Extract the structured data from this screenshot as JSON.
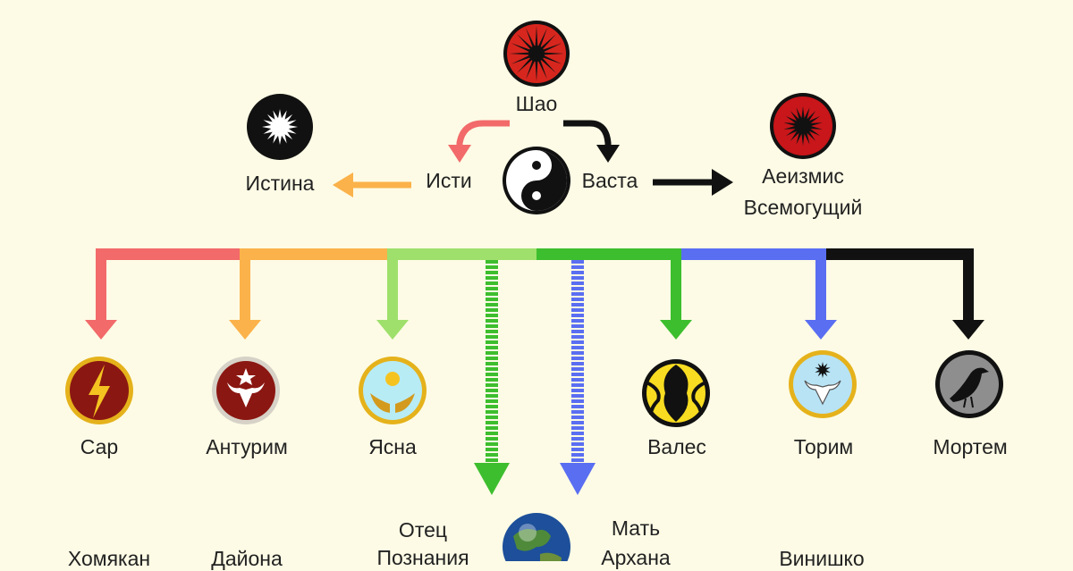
{
  "colors": {
    "background": "#fdfbe5",
    "sar": "#f26a6a",
    "anturim": "#fbb24a",
    "yasna": "#9ee06b",
    "green": "#3dbe2e",
    "blue": "#5a6ef2",
    "black": "#111111",
    "dark_red": "#8b1712"
  },
  "top": {
    "shao": {
      "label": "Шао",
      "icon": "red-sun-star-icon"
    },
    "isti": {
      "label": "Исти"
    },
    "vasta": {
      "label": "Васта"
    },
    "istina": {
      "label": "Истина",
      "icon": "white-sun-icon"
    },
    "aeizmis": {
      "line1": "Аеизмис",
      "line2": "Всемогущий",
      "icon": "red-burst-icon"
    },
    "center_icon": "yin-yang-icon"
  },
  "deities": [
    {
      "key": "sar",
      "label": "Сар",
      "icon": "lightning-icon"
    },
    {
      "key": "anturim",
      "label": "Антурим",
      "icon": "bull-icon"
    },
    {
      "key": "yasna",
      "label": "Ясна",
      "icon": "sun-hands-icon"
    },
    {
      "key": "vales",
      "label": "Валес",
      "icon": "twin-faces-icon"
    },
    {
      "key": "torim",
      "label": "Торим",
      "icon": "bull-sun-icon"
    },
    {
      "key": "mortem",
      "label": "Мортем",
      "icon": "raven-icon"
    }
  ],
  "bottom": {
    "otets": {
      "line1": "Отец",
      "line2": "Познания"
    },
    "mat": {
      "line1": "Мать",
      "line2": "Архана"
    },
    "khomyakan": {
      "label": "Хомякан"
    },
    "dayona": {
      "label": "Дайона"
    },
    "vinishko": {
      "label": "Винишко"
    },
    "earth_icon": "earth-icon"
  }
}
